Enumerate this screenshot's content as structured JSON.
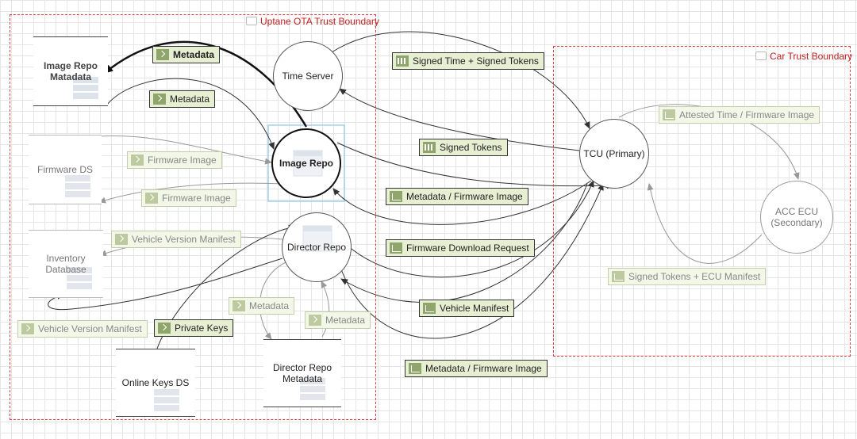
{
  "boundaries": {
    "uptane": {
      "title": "Uptane OTA Trust Boundary"
    },
    "car": {
      "title": "Car Trust Boundary"
    }
  },
  "nodes": {
    "image_repo_metadata": "Image Repo Matadata",
    "time_server": "Time Server",
    "firmware_ds": "Firmware DS",
    "image_repo": "Image Repo",
    "inventory_database": "Inventory Database",
    "director_repo": "Director Repo",
    "online_keys_ds": "Online Keys DS",
    "director_repo_metadata": "Director Repo Metadata",
    "tcu_primary": "TCU (Primary)",
    "acc_ecu": "ACC ECU (Secondary)"
  },
  "flows": {
    "metadata_bold": "Metadata",
    "metadata_2": "Metadata",
    "firmware_image_1": "Firmware Image",
    "firmware_image_2": "Firmware Image",
    "vehicle_version_manifest_1": "Vehicle Version Manifest",
    "vehicle_version_manifest_2": "Vehicle Version Manifest",
    "private_keys": "Private Keys",
    "metadata_3": "Metadata",
    "metadata_4": "Metadata",
    "signed_time_tokens": "Signed Time + Signed Tokens",
    "signed_tokens": "Signed Tokens",
    "metadata_firmware_image_1": "Metadata / Firmware Image",
    "firmware_download_request": "Firmware Download Request",
    "vehicle_manifest": "Vehicle Manifest",
    "metadata_firmware_image_2": "Metadata / Firmware Image",
    "attested_time": "Attested Time / Firmware Image",
    "signed_tokens_ecu_manifest": "Signed Tokens + ECU Manifest"
  },
  "icons": {
    "flow_prompt": "prompt-icon",
    "flow_tree": "tree-icon",
    "flow_bars": "bars-icon",
    "store_watermark": "database-icon",
    "process_watermark": "window-icon"
  },
  "colors": {
    "boundary": "#e04040",
    "label_fill": "#eef3de",
    "label_border": "#aab88a",
    "selected": "#111111"
  }
}
